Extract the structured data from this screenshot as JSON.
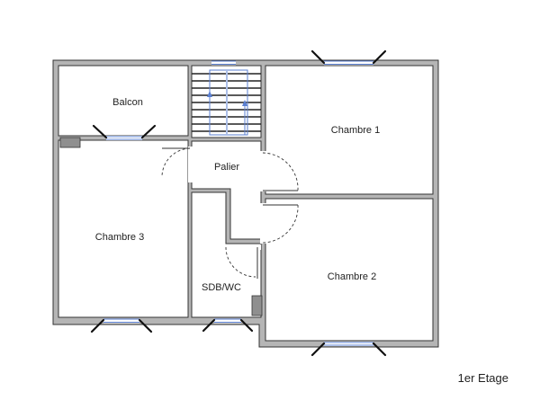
{
  "plan": {
    "rooms": {
      "balcon": "Balcon",
      "chambre1": "Chambre 1",
      "chambre2": "Chambre 2",
      "chambre3": "Chambre 3",
      "palier": "Palier",
      "sdb": "SDB/WC"
    },
    "level": "1er Etage"
  }
}
